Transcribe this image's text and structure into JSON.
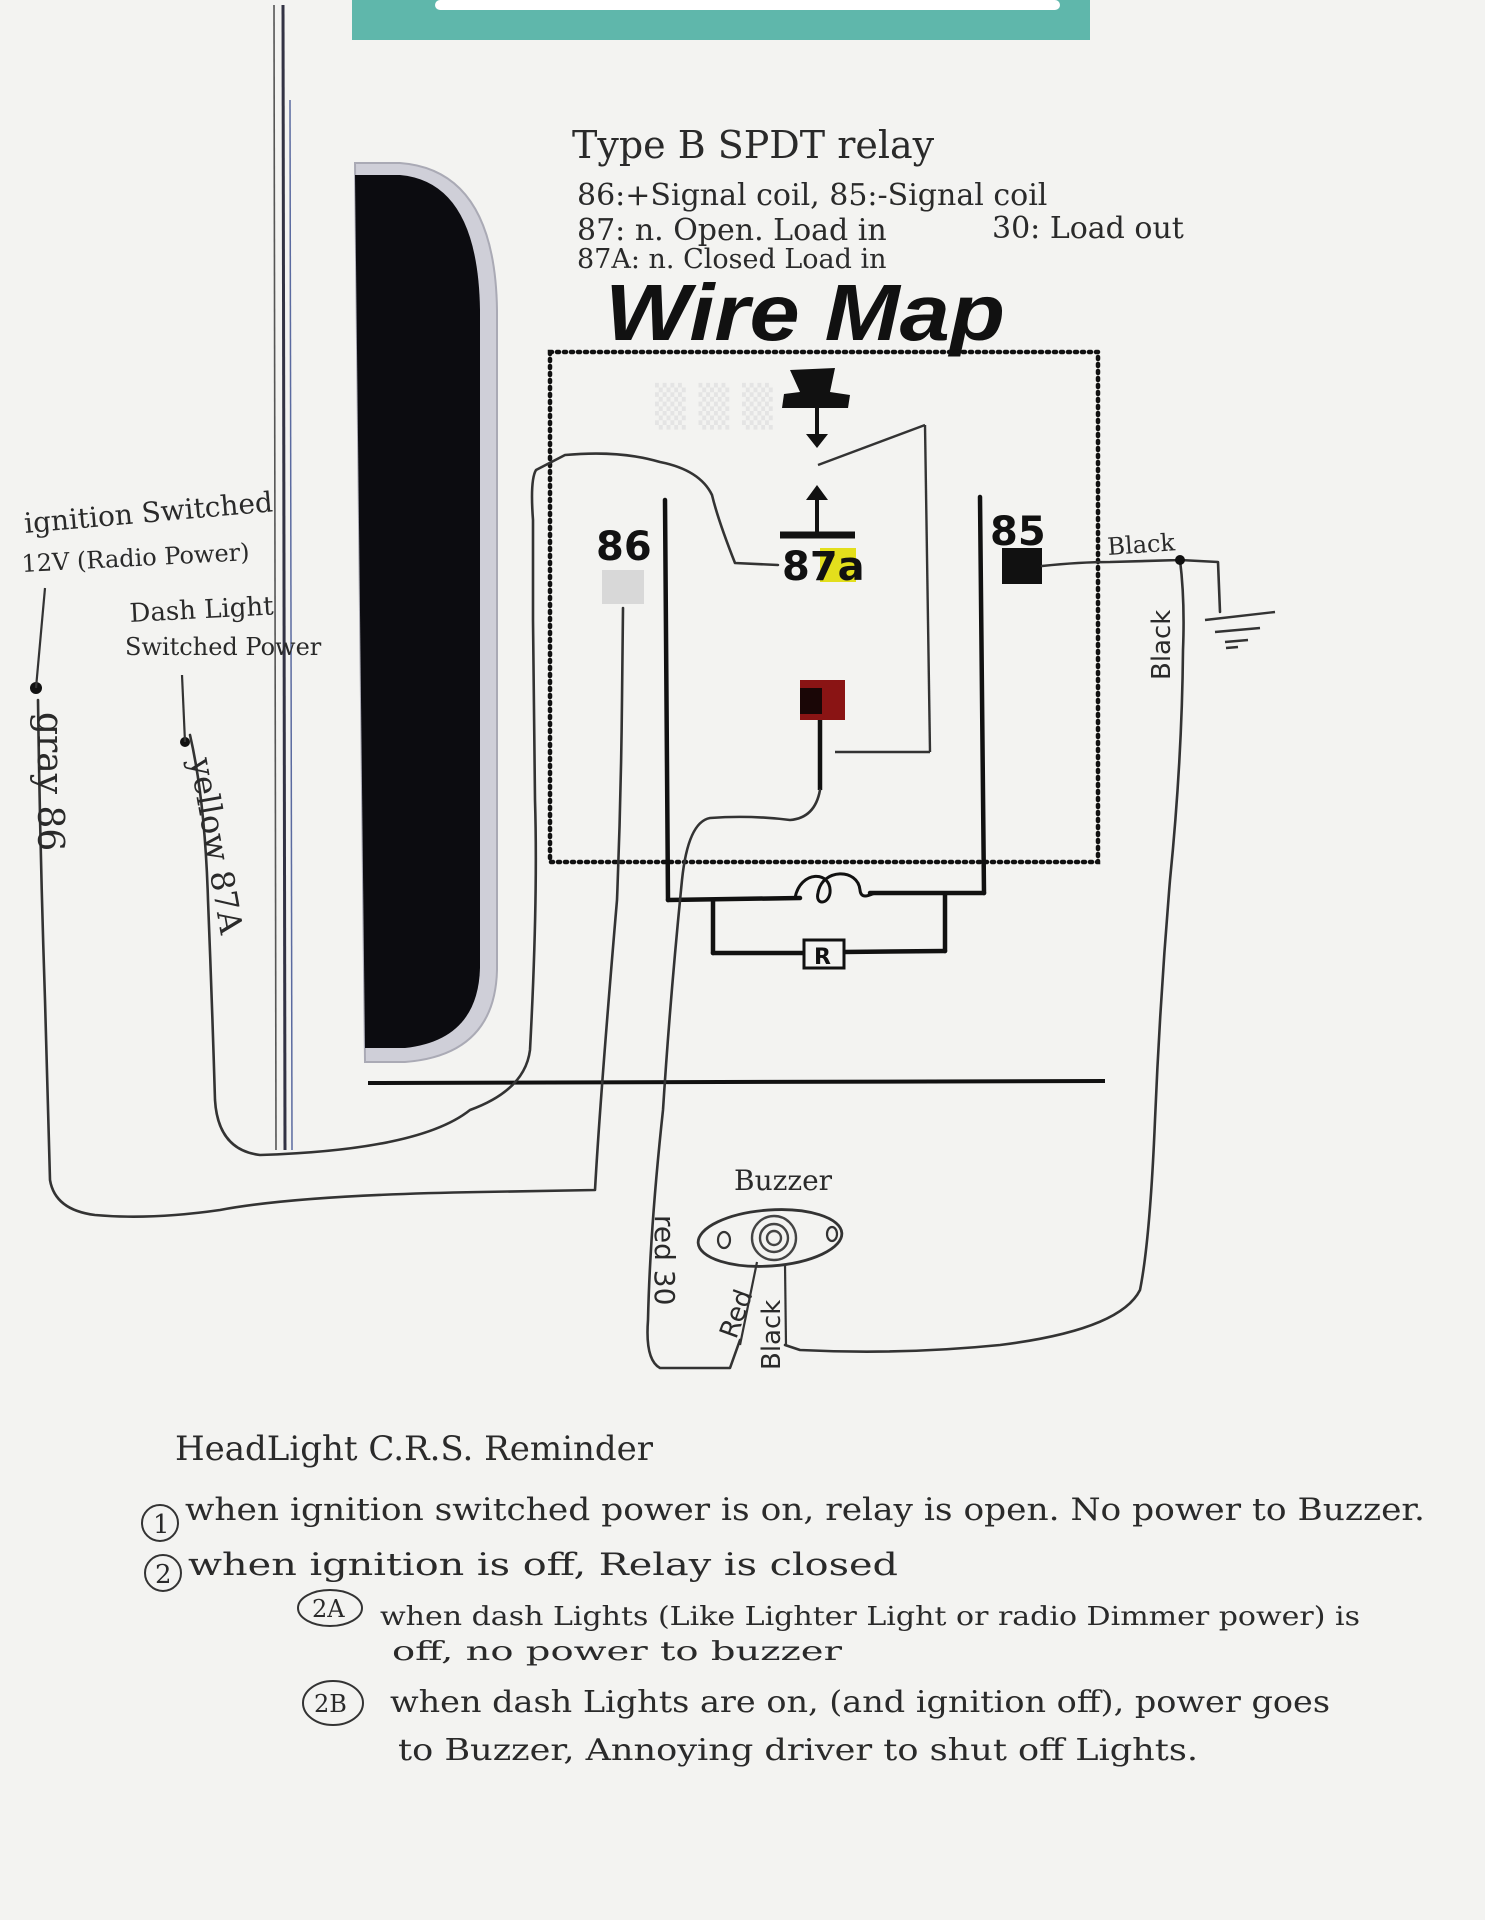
{
  "colors": {
    "teal_strip": "#5fb7ab",
    "dark_panel": "#0c0c10",
    "gray_terminal": "#d8d8d8",
    "yellow_highlight": "#e3df1c",
    "red_terminal": "#8a1414",
    "ink": "#2a2a2a"
  },
  "header": {
    "line1": "Type B  SPDT relay",
    "line2": "86:+Signal coil,  85:-Signal coil",
    "line3": "87: n. Open. Load in",
    "line3b": "30: Load out",
    "line4": "87A: n. Closed Load in"
  },
  "title": "Wire Map",
  "terminals": {
    "t86": "86",
    "t85": "85",
    "t87a": "87a",
    "resistor": "R"
  },
  "left_labels": {
    "ignition_line1": "ignition Switched",
    "ignition_line2": "12V (Radio Power)",
    "dash_line1": "Dash Light",
    "dash_line2": "Switched Power",
    "gray_wire": "gray 86",
    "yellow_wire": "yellow 87A"
  },
  "right_labels": {
    "black_top": "Black",
    "black_vertical": "Black"
  },
  "buzzer": {
    "label": "Buzzer",
    "red30": "red 30",
    "red": "Red",
    "black": "Black"
  },
  "notes": {
    "heading": "HeadLight C.R.S. Reminder",
    "n1_num": "1",
    "n1": "when ignition switched power is on, relay is open. No power to Buzzer.",
    "n2_num": "2",
    "n2": "when ignition is off, Relay is closed",
    "n2_tail": "when dash Lights (Like Lighter Light or radio Dimmer power) is",
    "n2a_num": "2A",
    "n2a": "off, no power to buzzer",
    "n2b_num": "2B",
    "n2b_l1": "when dash Lights are on, (and ignition off), power goes",
    "n2b_l2": "to Buzzer, Annoying driver to shut off Lights."
  }
}
